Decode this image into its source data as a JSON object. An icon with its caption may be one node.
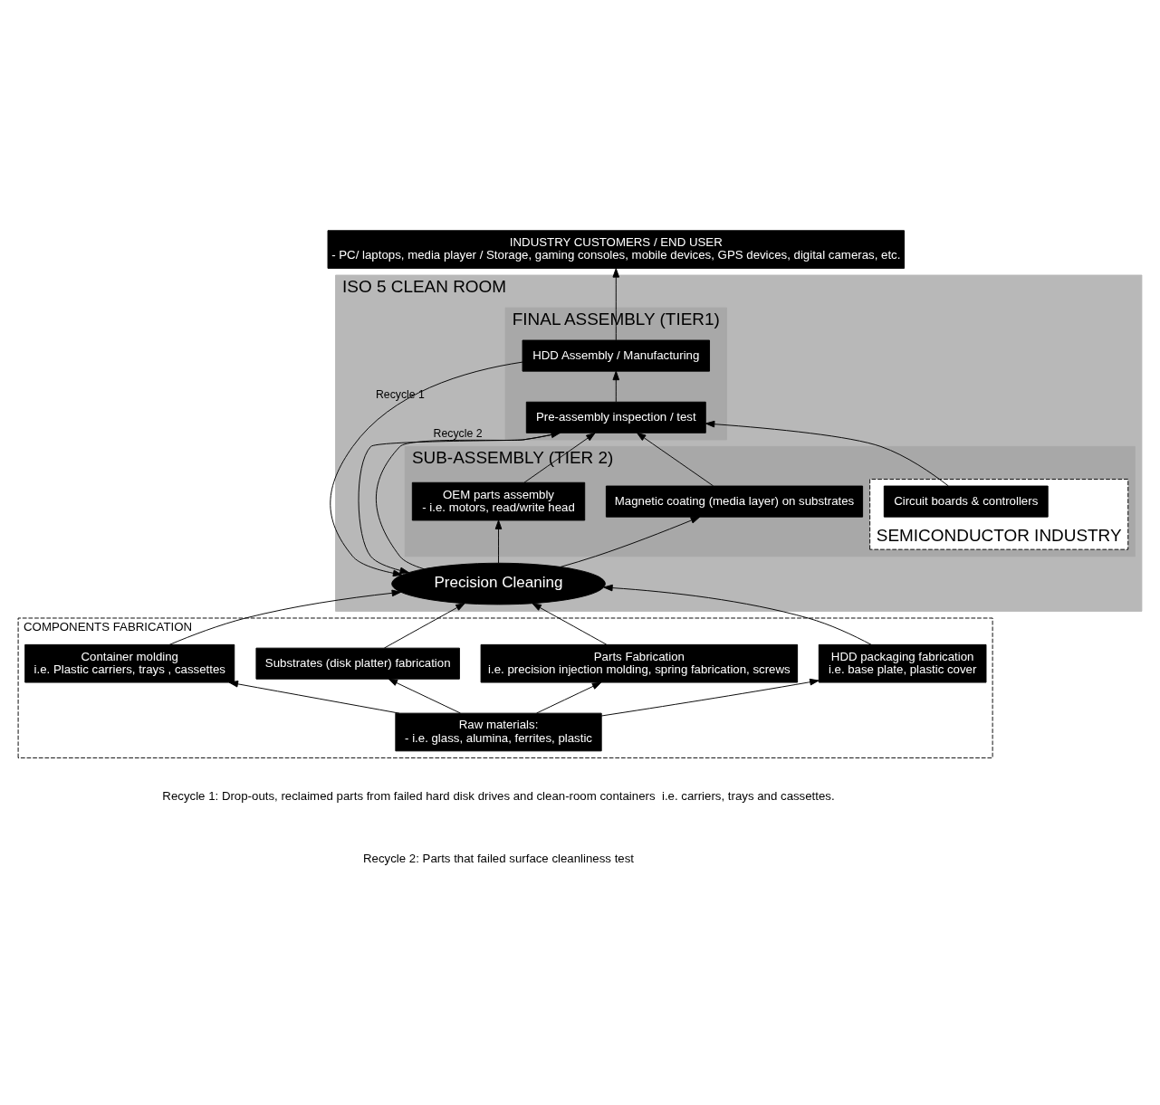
{
  "diagram": {
    "nodes": [
      {
        "text": [
          "ISO 5 CLEAN ROOM"
        ]
      },
      {
        "text": [
          "FINAL ASSEMBLY (TIER1)"
        ],
        "in": 0
      },
      {
        "text": [
          "SUB-ASSEMBLY (TIER 2)"
        ],
        "in": 0
      },
      {
        "text": [
          "INDUSTRY CUSTOMERS / END USER",
          "- PC/ laptops, media player / Storage, gaming consoles, mobile devices, GPS devices, digital cameras, etc."
        ]
      },
      {
        "text": [
          "HDD Assembly / Manufacturing"
        ],
        "in": 1
      },
      {
        "text": [
          "Pre-assembly inspection / test"
        ],
        "in": 1
      },
      {
        "text": [
          "Magnetic coating (media layer) on substrates"
        ],
        "in": 2
      },
      {
        "text": [
          "OEM parts assembly",
          "- i.e. motors, read/write head"
        ],
        "in": 2
      },
      {
        "text": [
          "SEMICONDUCTOR INDUSTRY"
        ],
        "in": 2
      },
      {
        "text": [
          "Circuit boards & controllers"
        ],
        "in": 8
      },
      {
        "text": [
          "Precision Cleaning"
        ],
        "in": 0
      },
      {
        "text": [
          "COMPONENTS FABRICATION"
        ]
      },
      {
        "text": [
          "Container molding",
          "i.e. Plastic carriers, trays , cassettes"
        ],
        "in": 11
      },
      {
        "text": [
          "Substrates (disk platter) fabrication"
        ],
        "in": 11
      },
      {
        "text": [
          "Parts Fabrication",
          "i.e. precision injection molding, spring fabrication, screws"
        ],
        "in": 11
      },
      {
        "text": [
          "HDD packaging fabrication",
          "i.e. base plate, plastic cover"
        ],
        "in": 11
      },
      {
        "text": [
          "Raw materials:",
          "- i.e. glass, alumina, ferrites, plastic"
        ],
        "in": 11
      }
    ],
    "edges": [
      {
        "from": 16,
        "to": 12,
        "arrow": "to"
      },
      {
        "from": 16,
        "to": 13,
        "arrow": "to"
      },
      {
        "from": 16,
        "to": 14,
        "arrow": "to"
      },
      {
        "from": 16,
        "to": 15,
        "arrow": "to"
      },
      {
        "from": 12,
        "to": 10,
        "arrow": "to"
      },
      {
        "from": 13,
        "to": 10,
        "arrow": "to"
      },
      {
        "from": 14,
        "to": 10,
        "arrow": "to"
      },
      {
        "from": 15,
        "to": 10,
        "arrow": "to"
      },
      {
        "from": 10,
        "to": 6,
        "arrow": "to"
      },
      {
        "from": 10,
        "to": 5,
        "arrow": "to"
      },
      {
        "from": 10,
        "to": 7,
        "arrow": "to"
      },
      {
        "from": 6,
        "to": 5,
        "arrow": "to"
      },
      {
        "from": 7,
        "to": 5,
        "arrow": "to"
      },
      {
        "from": 9,
        "to": 5,
        "arrow": "to"
      },
      {
        "from": 5,
        "to": 4,
        "arrow": "to"
      },
      {
        "from": 4,
        "to": 3,
        "arrow": "to"
      },
      {
        "from": 4,
        "to": 10,
        "arrow": "to",
        "label": "Recycle 1"
      },
      {
        "from": 5,
        "to": 10,
        "arrow": "to",
        "label": "Recycle 2"
      }
    ],
    "labels": [
      "Recycle 1: Drop-outs, reclaimed parts from failed hard disk drives and clean-room containers  i.e. carriers, trays and cassettes.",
      "Recycle 2: Parts that failed surface cleanliness test"
    ]
  }
}
